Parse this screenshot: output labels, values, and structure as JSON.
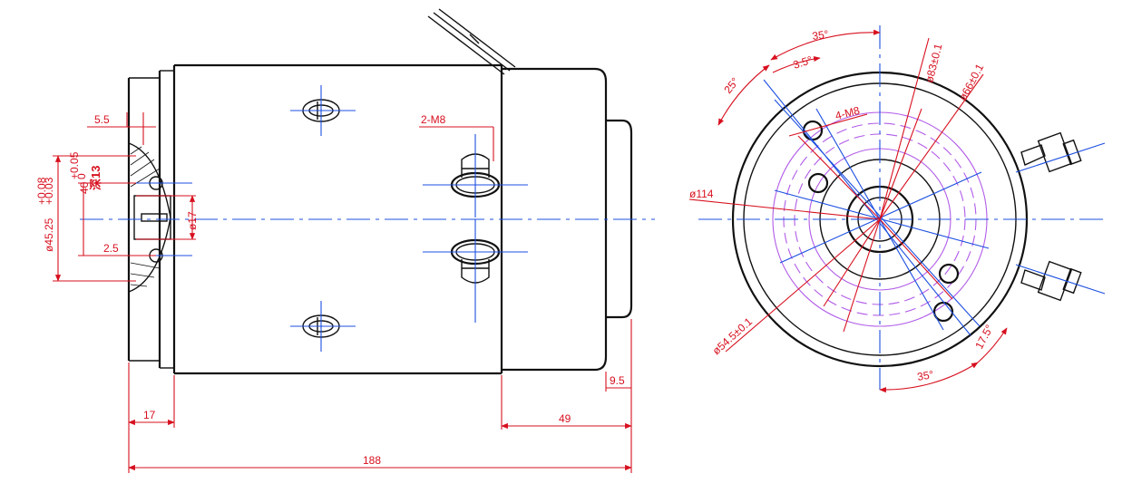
{
  "colors": {
    "outline": "#111111",
    "dimension": "#d7101f",
    "centerline": "#1c4fe0",
    "pitch_circle": "#b15ce8",
    "background": "#ffffff"
  },
  "side_view": {
    "dim_overall_length": "188",
    "dim_flange_width": "17",
    "dim_rear_cap": "49",
    "dim_rear_step": "9.5",
    "dim_shaft_hole": "ø17",
    "dim_spigot_dia_value": "ø45.25",
    "dim_spigot_dia_tol_upper": "+0.08",
    "dim_spigot_dia_tol_lower": "+0.03",
    "dim_spline_value": "40",
    "dim_spline_tol_upper": "+0.05",
    "dim_spline_tol_lower": "0",
    "dim_spline_depth": "深13",
    "dim_key_offset": "5.5",
    "dim_flange_step": "2.5",
    "label_terminals": "2-M8"
  },
  "end_view": {
    "dim_outer_dia": "ø114",
    "dim_bolt_circle_83": "ø83±0.1",
    "dim_bolt_circle_66": "ø66±0.1",
    "dim_pilot_circle": "ø54.5±0.1",
    "label_holes": "4-M8",
    "angle_top": "35°",
    "angle_upper_left": "25°",
    "angle_small": "3.5°",
    "angle_bottom": "35°",
    "angle_bottom_right": "17.5°"
  }
}
